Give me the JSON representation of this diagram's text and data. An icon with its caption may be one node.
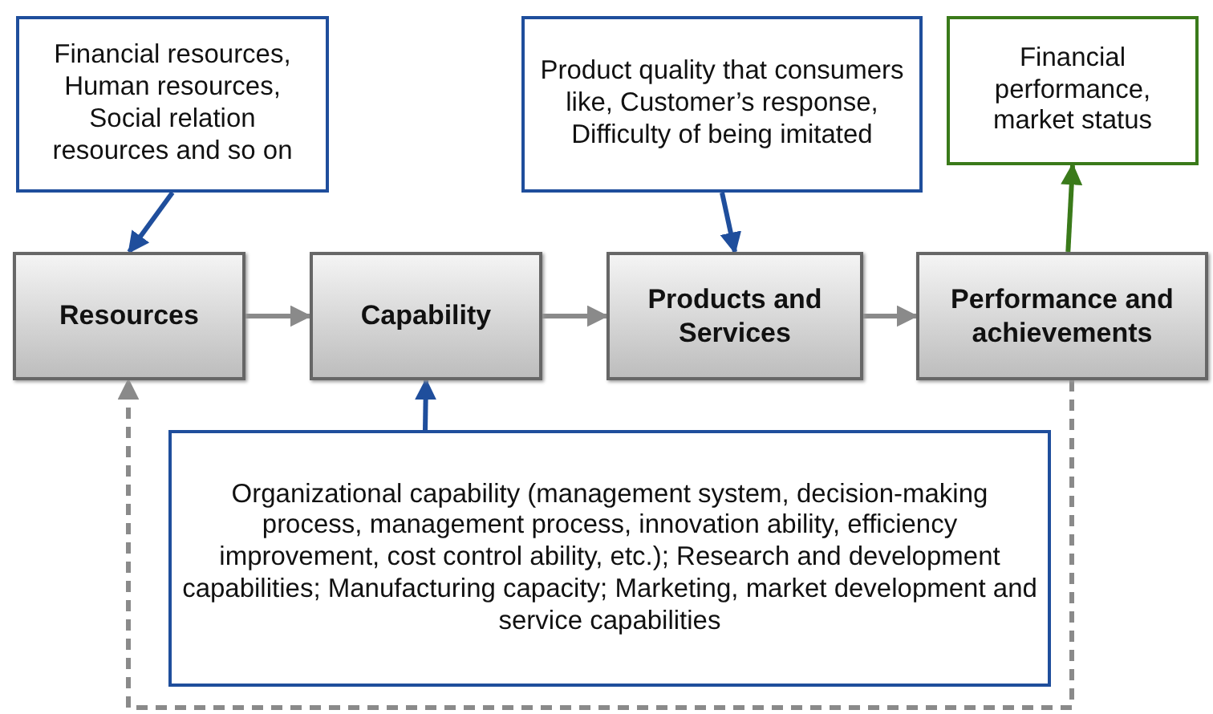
{
  "diagram": {
    "nodes": [
      {
        "text": [
          "Financial resources, Human resources, Social relation resources and so on"
        ]
      },
      {
        "text": [
          "Product quality that consumers like, Customer’s response, Difficulty of being imitated"
        ]
      },
      {
        "text": [
          "Financial performance, market status"
        ]
      },
      {
        "text": [
          "Resources"
        ]
      },
      {
        "text": [
          "Capability"
        ]
      },
      {
        "text": [
          "Products and Services"
        ]
      },
      {
        "text": [
          "Performance and achievements"
        ]
      },
      {
        "text": [
          "Organizational capability (management system, decision-making process, management process, innovation ability, efficiency improvement, cost control ability, etc.); Research and development capabilities; Manufacturing capacity; Marketing, market development and service capabilities"
        ]
      }
    ],
    "edges": [
      {
        "from": 0,
        "to": 3,
        "arrow": "to",
        "color": "#1f4e9c"
      },
      {
        "from": 1,
        "to": 5,
        "arrow": "to",
        "color": "#1f4e9c"
      },
      {
        "from": 6,
        "to": 2,
        "arrow": "to",
        "color": "#3a7a1a"
      },
      {
        "from": 3,
        "to": 4,
        "arrow": "to",
        "color": "#8a8a8a"
      },
      {
        "from": 4,
        "to": 5,
        "arrow": "to",
        "color": "#8a8a8a"
      },
      {
        "from": 5,
        "to": 6,
        "arrow": "to",
        "color": "#8a8a8a"
      },
      {
        "from": 7,
        "to": 4,
        "arrow": "to",
        "color": "#1f4e9c"
      },
      {
        "from": 6,
        "to": 3,
        "arrow": "to",
        "style": "dashed",
        "color": "#8a8a8a"
      }
    ]
  }
}
